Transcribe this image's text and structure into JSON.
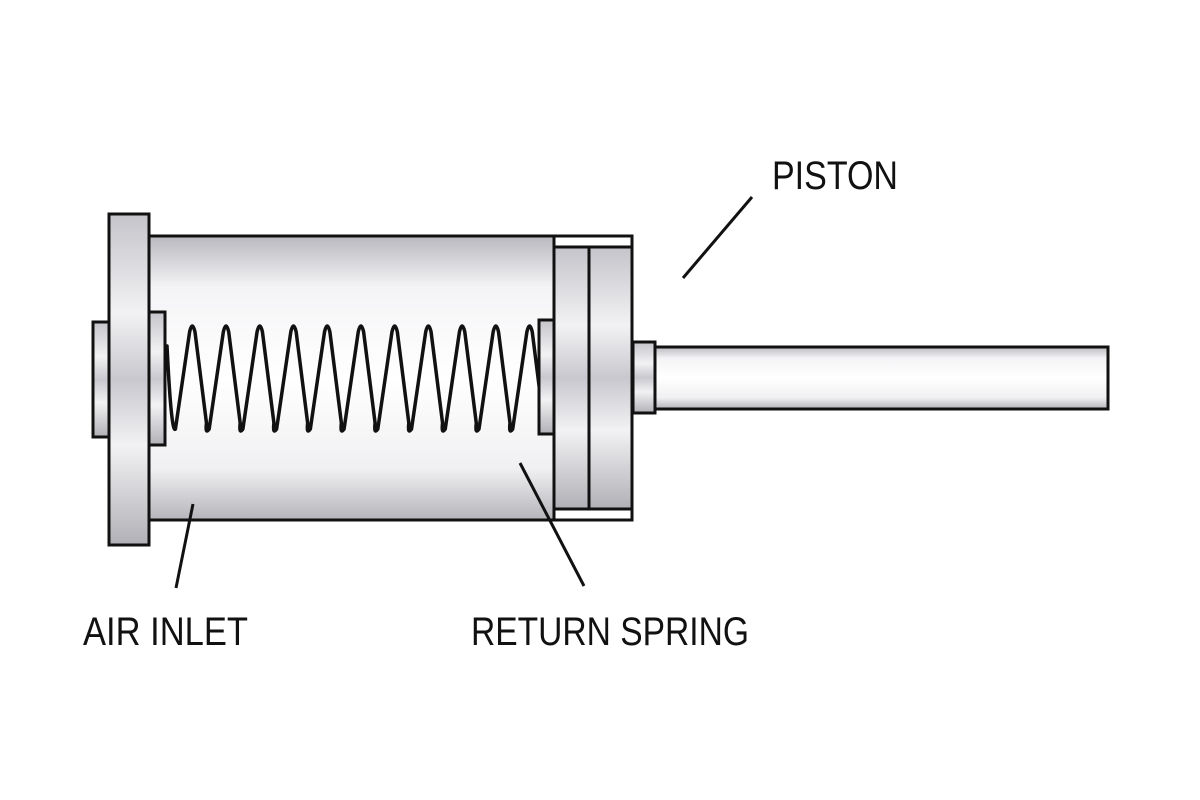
{
  "diagram": {
    "title": "Single-acting pneumatic cylinder",
    "labels": {
      "piston": "PISTON",
      "air_inlet": "AIR INLET",
      "return_spring": "RETURN SPRING"
    },
    "spring_coils": 11,
    "colors": {
      "outline": "#111111",
      "metal_light": "#ffffff",
      "metal_mid": "#e6e6ea",
      "metal_dark": "#b8b8be",
      "background": "#ffffff"
    }
  }
}
